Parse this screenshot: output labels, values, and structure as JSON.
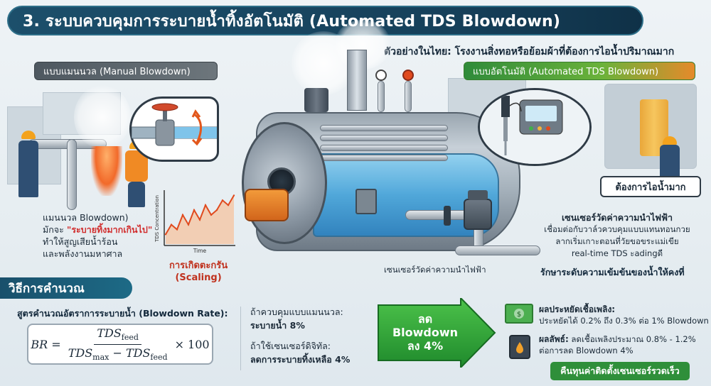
{
  "title": "3. ระบบควบคุมการระบายน้ำทิ้งอัตโนมัติ (Automated TDS Blowdown)",
  "example": "ตัวอย่างในไทย: โรงงานสิ่งทอหรือย้อมผ้าที่ต้องการไอน้ำปริมาณมาก",
  "manual": {
    "pill": "แบบแมนนวล (Manual Blowdown)",
    "desc_line1": "แมนนวล Blowdown)",
    "desc_line2_prefix": "มักจะ ",
    "desc_line2_highlight": "\"ระบายทิ้งมากเกินไป\"",
    "desc_line3": "ทำให้สูญเสียน้ำร้อน",
    "desc_line4": "และพลังงานมหาศาล",
    "scaling_line1": "การเกิดตะกรัน",
    "scaling_line2": "(Scaling)"
  },
  "auto": {
    "pill": "แบบอัตโนมัติ (Automated TDS Blowdown)",
    "need_steam": "ต้องการไอน้ำมาก",
    "sensor_title": "เซนเซอร์วัดค่าความนำไฟฟ้า",
    "sensor_line1": "เชื่อมต่อกับวาล์วควบคุมแบบแทนทอนกวย",
    "sensor_line2": "ลากเริ่มเกาะตอนที่วัยขอขระแม่เขีย",
    "sensor_line3": "real-time TDS ะadingดี",
    "control": "รักษาระดับความเข้มข้นของน้ำให้คงที่"
  },
  "boiler": {
    "sensor_label": "เซนเซอร์วัดค่าความนำไฟฟ้า"
  },
  "chart_data": {
    "type": "line",
    "title": "",
    "xlabel": "Time",
    "ylabel": "TDS Concentration",
    "x": [
      0,
      1,
      2,
      3,
      4,
      5,
      6,
      7,
      8,
      9,
      10,
      11,
      12
    ],
    "series": [
      {
        "values": [
          2,
          4,
          3,
          6,
          4,
          7,
          5,
          8,
          6,
          7,
          9,
          8,
          10
        ]
      }
    ]
  },
  "calc": {
    "banner": "วิธีการคำนวณ",
    "formula_title": "สูตรคำนวณอัตราการระบายน้ำ (Blowdown Rate):",
    "formula_lhs": "BR =",
    "formula_num": "TDS",
    "formula_num_sub": "feed",
    "formula_den_a": "TDS",
    "formula_den_a_sub": "max",
    "formula_den_minus": " − ",
    "formula_den_b": "TDS",
    "formula_den_b_sub": "feed",
    "formula_times": "× 100",
    "manual_q": "ถ้าควบคุมแบบแมนนวล:",
    "manual_v": "ระบายน้ำ 8%",
    "digital_q": "ถ้าใช้เซนเซอร์ดิจิทัล:",
    "digital_v": "ลดการระบายทิ้งเหลือ 4%",
    "arrow_line1": "ลด",
    "arrow_line2": "Blowdown",
    "arrow_line3": "ลง 4%"
  },
  "benefits": {
    "fuel_title": "ผลประหยัดเชื้อเพลิง:",
    "fuel_text": "ประหยัดได้ 0.2% ถึง 0.3% ต่อ 1% Blowdown",
    "result_title": "ผลลัพธ์:",
    "result_text1": " ลดเชื้อเพลิงประมาณ 0.8% - 1.2%",
    "result_text2": "ต่อการลด Blowdown 4%",
    "payback": "คืนทุนค่าติดตั้งเซนเซอร์รวดเร็ว"
  }
}
